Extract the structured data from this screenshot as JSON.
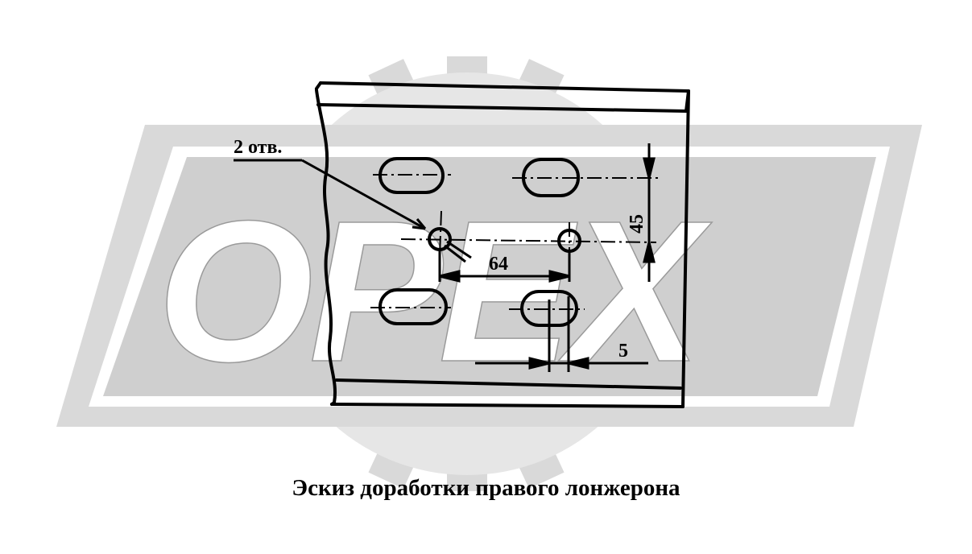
{
  "drawing": {
    "hole_callout": "2 отв.",
    "dimension_horizontal": "64",
    "dimension_vertical": "45",
    "dimension_small": "5"
  },
  "caption": "Эскиз доработки правого лонжерона",
  "watermark": {
    "text": "OPEX",
    "style": "gear-logo",
    "color": "#d9d9d9"
  },
  "colors": {
    "line": "#000000",
    "watermark_fill": "#d9d9d9",
    "background": "#ffffff"
  }
}
